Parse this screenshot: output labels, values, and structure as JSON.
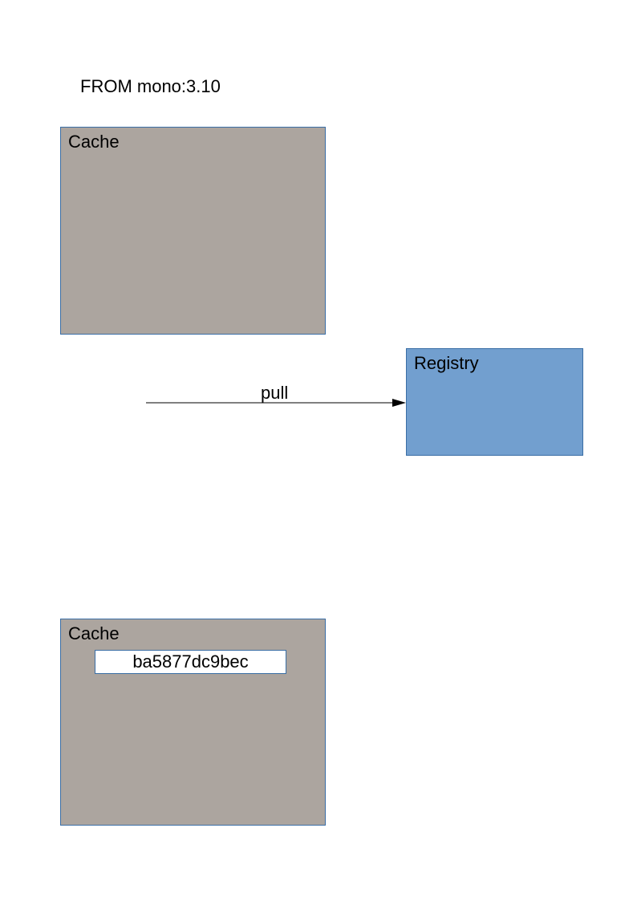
{
  "title": "FROM mono:3.10",
  "cache_top": {
    "label": "Cache"
  },
  "registry": {
    "label": "Registry"
  },
  "arrow": {
    "label": "pull"
  },
  "cache_bottom": {
    "label": "Cache",
    "layers": [
      "ba5877dc9bec"
    ]
  },
  "colors": {
    "cache_fill": "#aca59f",
    "registry_fill": "#729fcf",
    "border": "#3a6ea5",
    "layer_fill": "#ffffff",
    "arrow": "#000000"
  }
}
